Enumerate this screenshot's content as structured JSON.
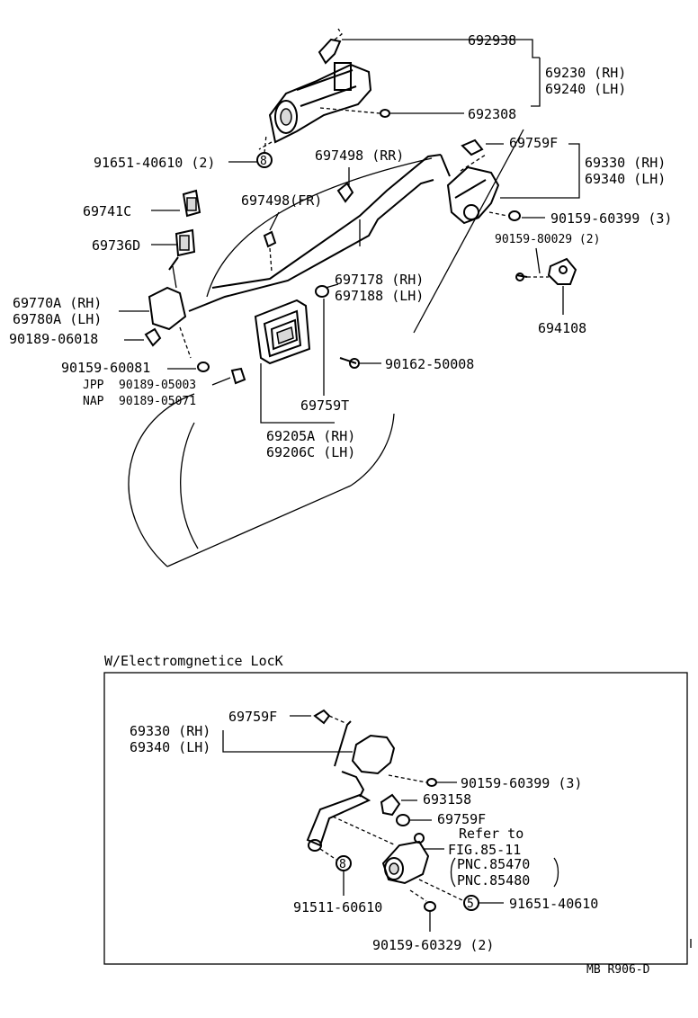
{
  "upper": {
    "p692938": "692938",
    "p69230": "69230 (RH)",
    "p69240": "69240 (LH)",
    "p692308": "692308",
    "p91651_40610": "91651-40610 (2)",
    "p697498_rr": "697498 (RR)",
    "p69759F": "69759F",
    "p69330": "69330 (RH)",
    "p69340": "69340 (LH)",
    "p69741C": "69741C",
    "p697498_fr": "697498(FR)",
    "p90159_60399": "90159-60399 (3)",
    "p90159_80029": "90159-80029 (2)",
    "p69736D": "69736D",
    "p697178": "697178 (RH)",
    "p697188": "697188 (LH)",
    "p69770A": "69770A (RH)",
    "p69780A": "69780A (LH)",
    "p694108": "694108",
    "p90189_06018": "90189-06018",
    "p90159_60081": "90159-60081",
    "p90162_50008": "90162-50008",
    "jpp_label": "JPP",
    "jpp_value": "90189-05003",
    "nap_label": "NAP",
    "nap_value": "90189-05071",
    "p69759T": "69759T",
    "p69205A": "69205A (RH)",
    "p69206C": "69206C (LH)",
    "callout_8": "8"
  },
  "inset": {
    "title": "W/Electromgnetice LocK",
    "p69330": "69330 (RH)",
    "p69340": "69340 (LH)",
    "p69759F_top": "69759F",
    "p90159_60399": "90159-60399 (3)",
    "p693158": "693158",
    "p69759F_mid": "69759F",
    "refer_to": "Refer to",
    "fig": "FIG.85-11",
    "pnc1": "PNC.85470",
    "pnc2": "PNC.85480",
    "p91651_40610": "91651-40610",
    "p91511_60610": "91511-60610",
    "p90159_60329": "90159-60329 (2)",
    "callout_8": "8",
    "callout_5": "5"
  },
  "footer": {
    "code": "MB R906-D"
  }
}
